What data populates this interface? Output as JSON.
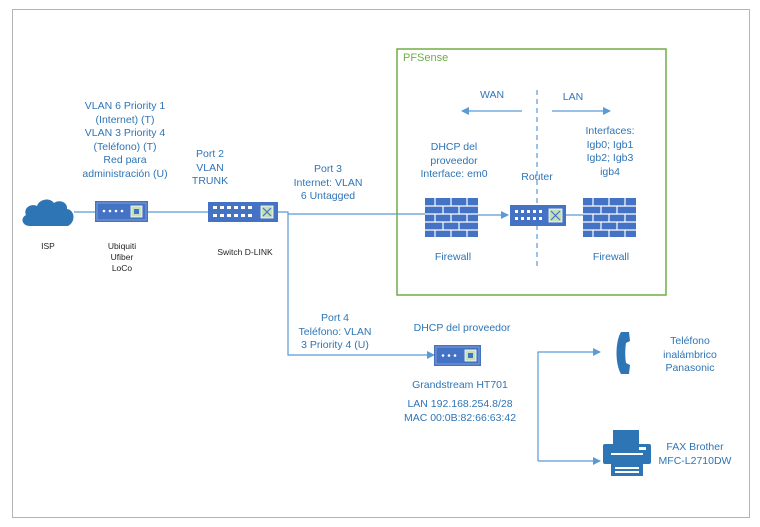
{
  "pfsense_label": "PFSense",
  "wan_label": "WAN",
  "lan_label": "LAN",
  "isp_label": "ISP",
  "vlan_config_label": "VLAN 6 Priority 1\n(Internet) (T)\nVLAN 3 Priority 4\n(Teléfono) (T)\nRed para\nadministración (U)",
  "ubiquiti_label": "Ubiquiti\nUfiber\nLoCo",
  "port2_label": "Port 2\nVLAN\nTRUNK",
  "switch_label": "Switch D-LINK",
  "port3_label": "Port 3\nInternet: VLAN\n6 Untagged",
  "dhcp_wan_label": "DHCP del\nproveedor\nInterface: em0",
  "router_label": "Router",
  "interfaces_label": "Interfaces:\nIgb0; Igb1\nIgb2; Igb3\nigb4",
  "firewall_left_label": "Firewall",
  "firewall_right_label": "Firewall",
  "port4_label": "Port 4\nTeléfono: VLAN\n3 Priority 4 (U)",
  "dhcp_phone_label": "DHCP del proveedor",
  "grandstream_label": "Grandstream HT701",
  "grandstream_lan": "LAN 192.168.254.8/28",
  "grandstream_mac": "MAC 00:0B:82:66:63:42",
  "phone_label": "Teléfono\ninalámbrico\nPanasonic",
  "fax_label": "FAX Brother\nMFC-L2710DW",
  "colors": {
    "accent_blue": "#2e75b6",
    "device_blue": "#4472c4",
    "pfsense_border": "#70ad47",
    "frame_border": "#b4b4b4"
  }
}
